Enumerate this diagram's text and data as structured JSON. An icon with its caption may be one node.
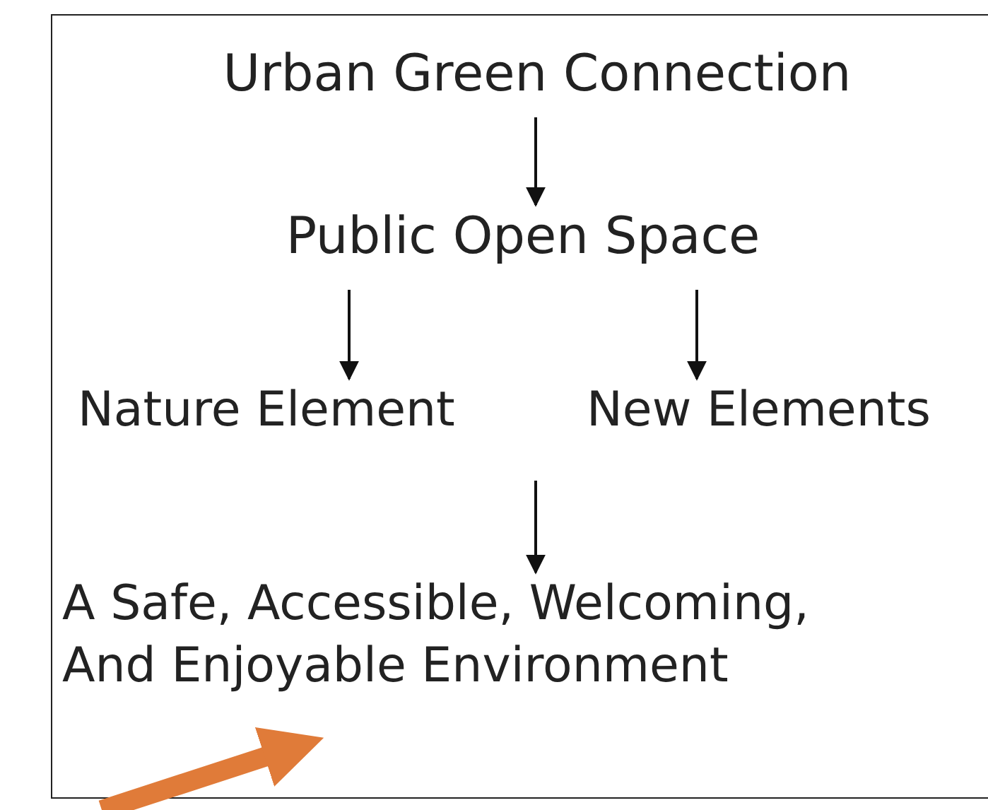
{
  "diagram": {
    "nodes": [
      {
        "text": [
          "Urban Green Connection"
        ]
      },
      {
        "text": [
          "Public Open Space"
        ]
      },
      {
        "text": [
          "Nature Element"
        ]
      },
      {
        "text": [
          "New Elements"
        ]
      },
      {
        "text": [
          "A Safe, Accessible, Welcoming, And Enjoyable Environment"
        ]
      }
    ],
    "edges": [
      {
        "from": 0,
        "to": 1,
        "arrow": "to"
      },
      {
        "from": 1,
        "to": 2,
        "arrow": "to"
      },
      {
        "from": 1,
        "to": 3,
        "arrow": "to"
      },
      {
        "from": null,
        "to": 4,
        "arrow": "to"
      },
      {
        "from": null,
        "to": 4,
        "arrow": "to",
        "style": "thick",
        "color": "#e07b39"
      }
    ]
  }
}
